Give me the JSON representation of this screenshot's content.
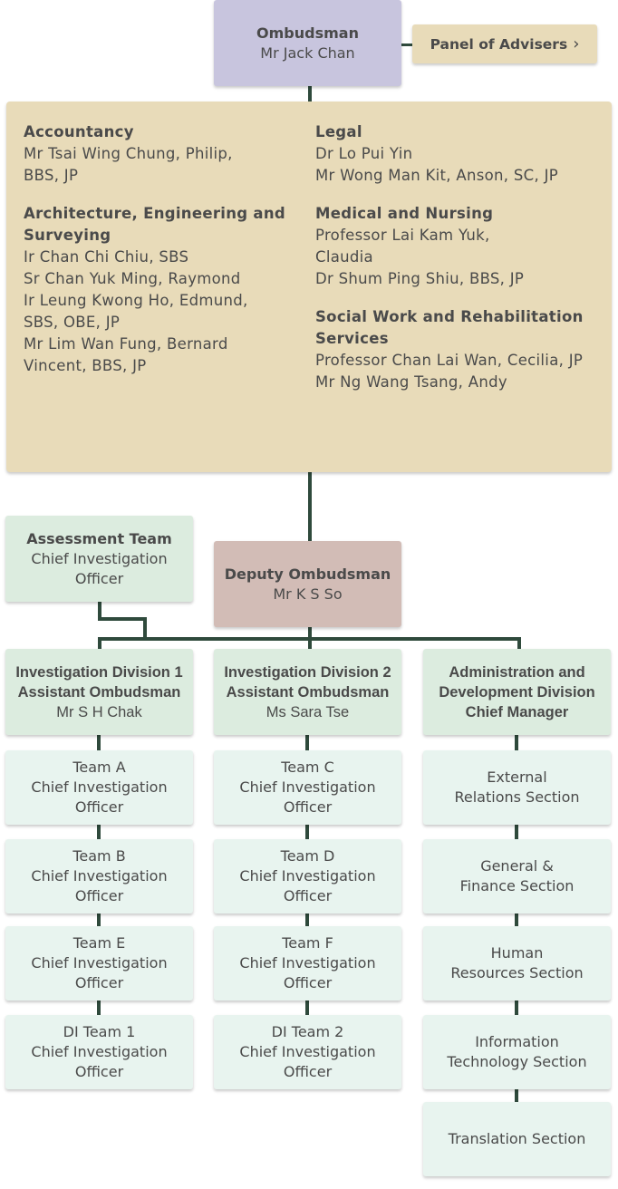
{
  "ombudsman": {
    "title": "Ombudsman",
    "name": "Mr Jack Chan"
  },
  "advisers_link": {
    "label": "Panel of Advisers",
    "chevron": "chevron-right-icon"
  },
  "panel": {
    "left": [
      {
        "title": "Accountancy",
        "members": [
          "Mr Tsai Wing Chung, Philip,",
          "BBS, JP"
        ]
      },
      {
        "title": "Architecture, Engineering and Surveying",
        "members": [
          "Ir Chan Chi Chiu, SBS",
          "Sr Chan Yuk Ming, Raymond",
          "Ir Leung Kwong Ho, Edmund,",
          "SBS, OBE, JP",
          "Mr Lim Wan Fung, Bernard",
          "Vincent, BBS, JP"
        ]
      }
    ],
    "right": [
      {
        "title": "Legal",
        "members": [
          "Dr Lo Pui Yin",
          "Mr Wong Man Kit, Anson, SC, JP"
        ]
      },
      {
        "title": "Medical and Nursing",
        "members": [
          "Professor Lai Kam Yuk,",
          "Claudia",
          "Dr Shum Ping Shiu, BBS, JP"
        ]
      },
      {
        "title": "Social Work and Rehabilitation Services",
        "members": [
          "Professor Chan Lai Wan, Cecilia, JP",
          "Mr Ng Wang Tsang, Andy"
        ]
      }
    ]
  },
  "assessment": {
    "title": "Assessment Team",
    "lines": [
      "Chief Investigation",
      "Officer"
    ]
  },
  "deputy": {
    "title": "Deputy Ombudsman",
    "name": "Mr K S So"
  },
  "divisions": [
    {
      "lines": [
        "Investigation Division 1",
        "Assistant Ombudsman"
      ],
      "name": "Mr S H Chak",
      "teams": [
        {
          "lines": [
            "Team A",
            "Chief Investigation",
            "Officer"
          ]
        },
        {
          "lines": [
            "Team B",
            "Chief Investigation",
            "Officer"
          ]
        },
        {
          "lines": [
            "Team E",
            "Chief Investigation",
            "Officer"
          ]
        },
        {
          "lines": [
            "DI Team 1",
            "Chief Investigation",
            "Officer"
          ]
        }
      ]
    },
    {
      "lines": [
        "Investigation Division 2",
        "Assistant Ombudsman"
      ],
      "name": "Ms Sara Tse",
      "teams": [
        {
          "lines": [
            "Team C",
            "Chief Investigation",
            "Officer"
          ]
        },
        {
          "lines": [
            "Team D",
            "Chief Investigation",
            "Officer"
          ]
        },
        {
          "lines": [
            "Team F",
            "Chief Investigation",
            "Officer"
          ]
        },
        {
          "lines": [
            "DI Team 2",
            "Chief Investigation",
            "Officer"
          ]
        }
      ]
    },
    {
      "lines": [
        "Administration and",
        "Development Division",
        "Chief Manager"
      ],
      "name": "",
      "teams": [
        {
          "lines": [
            "External",
            "Relations Section"
          ]
        },
        {
          "lines": [
            "General &",
            "Finance Section"
          ]
        },
        {
          "lines": [
            "Human",
            "Resources Section"
          ]
        },
        {
          "lines": [
            "Information",
            "Technology Section"
          ]
        },
        {
          "lines": [
            "Translation Section"
          ]
        }
      ]
    }
  ],
  "colors": {
    "connector": "#2f4a3c",
    "ombudsman": "#c8c5de",
    "panel": "#e8dbb9",
    "deputy": "#d2bcb6",
    "division": "#dcecdf",
    "team": "#e8f4ef"
  }
}
